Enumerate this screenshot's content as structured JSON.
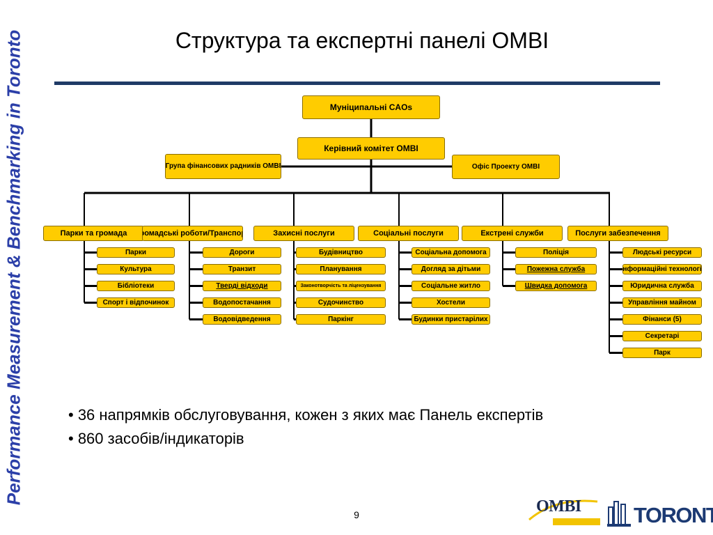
{
  "sidebar": {
    "text": "Performance Measurement & Benchmarking in Toronto"
  },
  "title": "Структура та експертні панелі OMBI",
  "org": {
    "caos": "Муніципальні CAOs",
    "steering": "Керівний комітет OMBI",
    "finance_group": "Група фінансових радників OMBI",
    "project_office": "Офіс Проекту OMBI",
    "departments": [
      {
        "name": "Парки та громада",
        "items": [
          "Парки",
          "Культура",
          "Бібліотеки",
          "Спорт і відпочинок"
        ]
      },
      {
        "name": "Громадські роботи/Транспорт",
        "items": [
          "Дороги",
          "Транзит",
          "Тверді відходи",
          "Водопостачання",
          "Водовідведення"
        ]
      },
      {
        "name": "Захисні послуги",
        "items": [
          "Будівництво",
          "Планування",
          "Законотворчість та ліцензування",
          "Судочинство",
          "Паркінг"
        ]
      },
      {
        "name": "Соціальні послуги",
        "items": [
          "Соціальна допомога",
          "Догляд за дітьми",
          "Соціальне житло",
          "Хостели",
          "Будинки пристарілих"
        ]
      },
      {
        "name": "Екстрені служби",
        "items": [
          "Поліція",
          "Пожежна служба",
          "Швидка допомога"
        ]
      },
      {
        "name": "Послуги забезпечення",
        "items": [
          "Людські ресурси",
          "Інформаційні технології",
          "Юридична служба",
          "Управління майном",
          "Фінанси (5)",
          "Секретарі",
          "Парк"
        ]
      }
    ]
  },
  "bullets": [
    "• 36 напрямків обслуговування, кожен з яких має Панель експертів",
    "• 860 засобів/індикаторів"
  ],
  "footer": {
    "page_number": "9",
    "ombi_logo": "OMBI",
    "toronto_logo": "TORONTO"
  },
  "colors": {
    "box_fill": "#ffcc00",
    "connector": "#000000",
    "sidebar_text": "#2b3fa8",
    "title_rule": "#1f3b66"
  }
}
